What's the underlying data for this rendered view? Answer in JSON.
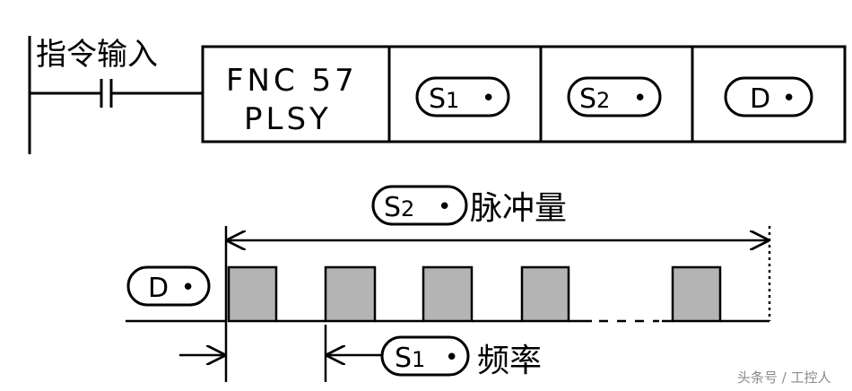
{
  "ladder": {
    "input_label": "指令输入",
    "instruction_line1": "FNC 57",
    "instruction_line2": "PLSY",
    "operands": [
      {
        "letter": "S",
        "sub": "1",
        "dot": "•"
      },
      {
        "letter": "S",
        "sub": "2",
        "dot": "•"
      },
      {
        "letter": "D",
        "sub": "",
        "dot": "•"
      }
    ]
  },
  "timing": {
    "pulse_count": {
      "letter": "S",
      "sub": "2",
      "dot": "•",
      "text": "脉冲量"
    },
    "output": {
      "letter": "D",
      "sub": "",
      "dot": "•"
    },
    "frequency": {
      "letter": "S",
      "sub": "1",
      "dot": "•",
      "text": "频率"
    },
    "colors": {
      "pulse_fill": "#b4b4b4",
      "line": "#000000"
    }
  },
  "watermark": "头条号 / 工控人"
}
